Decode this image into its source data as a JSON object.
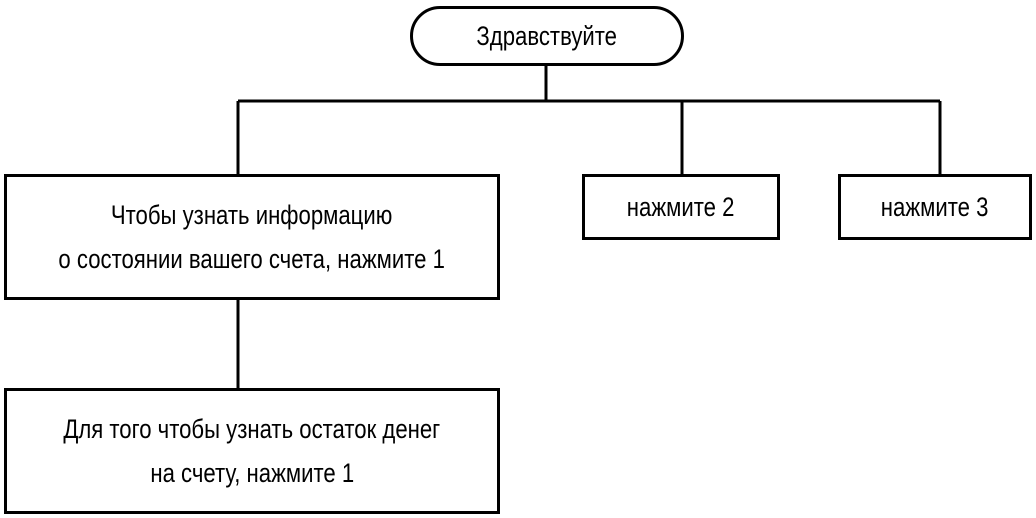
{
  "diagram": {
    "root": {
      "label": "Здравствуйте"
    },
    "option1": {
      "lines": [
        "Чтобы узнать информацию",
        "о состоянии вашего счета, нажмите 1"
      ]
    },
    "option2": {
      "label": "нажмите 2"
    },
    "option3": {
      "label": "нажмите 3"
    },
    "sub1": {
      "lines": [
        "Для того чтобы узнать остаток денег",
        "на счету, нажмите 1"
      ]
    }
  },
  "colors": {
    "stroke": "#000000",
    "background": "#ffffff"
  }
}
